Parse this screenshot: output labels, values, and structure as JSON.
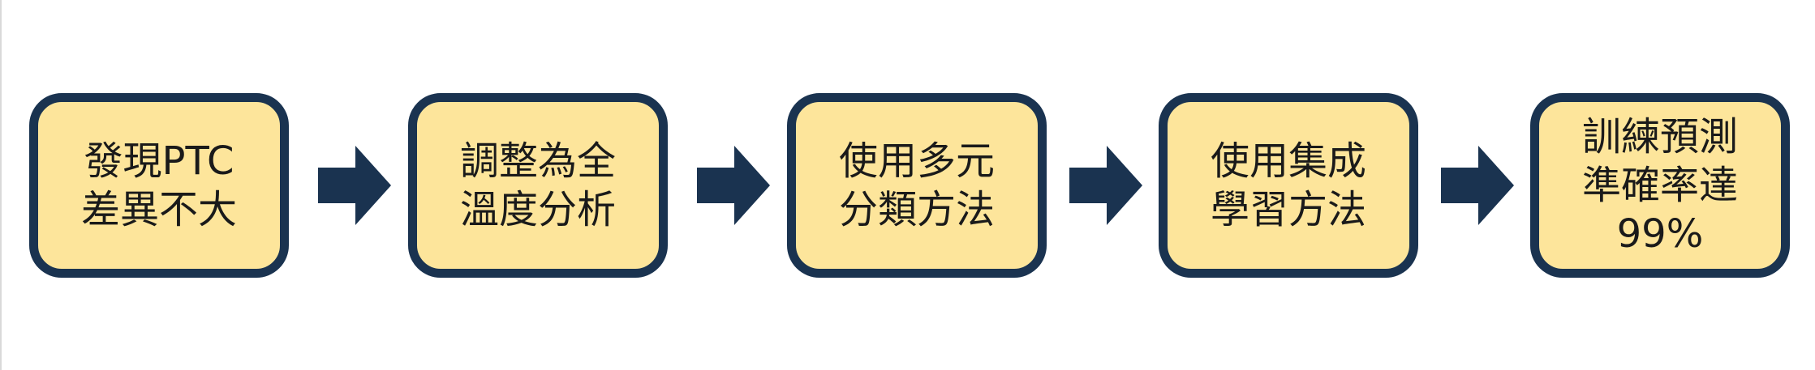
{
  "colors": {
    "box_fill": "#fde59b",
    "box_border": "#1a3350",
    "arrow": "#1a3350",
    "text": "#1a1a1a"
  },
  "steps": [
    {
      "label": "發現PTC\n差異不大"
    },
    {
      "label": "調整為全\n溫度分析"
    },
    {
      "label": "使用多元\n分類方法"
    },
    {
      "label": "使用集成\n學習方法"
    },
    {
      "label": "訓練預測\n準確率達\n99%"
    }
  ],
  "connectors": [
    {
      "icon": "arrow-right-icon"
    },
    {
      "icon": "arrow-right-icon"
    },
    {
      "icon": "arrow-right-icon"
    },
    {
      "icon": "arrow-right-icon"
    }
  ]
}
